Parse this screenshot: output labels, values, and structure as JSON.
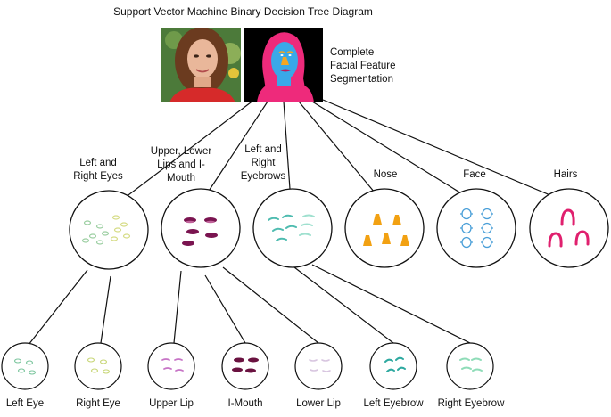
{
  "title": "Support Vector Machine Binary Decision Tree Diagram",
  "root_label": "Complete\nFacial Feature\nSegmentation",
  "categories": [
    {
      "label": "Left and\nRight Eyes",
      "icon": "eyes-sketch-icon",
      "color": "#9ccfa2"
    },
    {
      "label": "Upper, Lower\nLips and I-\nMouth",
      "icon": "lips-icon",
      "color": "#7a1450"
    },
    {
      "label": "Left and\nRight\nEyebrows",
      "icon": "eyebrows-icon",
      "color": "#4fbcb0"
    },
    {
      "label": "Nose",
      "icon": "nose-icon",
      "color": "#f2a112"
    },
    {
      "label": "Face",
      "icon": "face-outline-icon",
      "color": "#4a9fd8"
    },
    {
      "label": "Hairs",
      "icon": "hair-icon",
      "color": "#e0206e"
    }
  ],
  "leaves": [
    {
      "label": "Left Eye",
      "icon": "left-eye-icon"
    },
    {
      "label": "Right Eye",
      "icon": "right-eye-icon"
    },
    {
      "label": "Upper Lip",
      "icon": "upper-lip-icon"
    },
    {
      "label": "I-Mouth",
      "icon": "inner-mouth-icon"
    },
    {
      "label": "Lower Lip",
      "icon": "lower-lip-icon"
    },
    {
      "label": "Left Eyebrow",
      "icon": "left-eyebrow-icon"
    },
    {
      "label": "Right Eyebrow",
      "icon": "right-eyebrow-icon"
    }
  ],
  "colors": {
    "line": "#111111",
    "segmentation_background": "#000000",
    "segmentation_hair": "#ee2a7b",
    "segmentation_face": "#3aa8e8",
    "segmentation_nose": "#f5a623",
    "photo_background": "#4c7a3a",
    "photo_hair": "#6b3b1f",
    "photo_skin": "#e9b79a",
    "photo_shirt": "#d62a2a"
  }
}
